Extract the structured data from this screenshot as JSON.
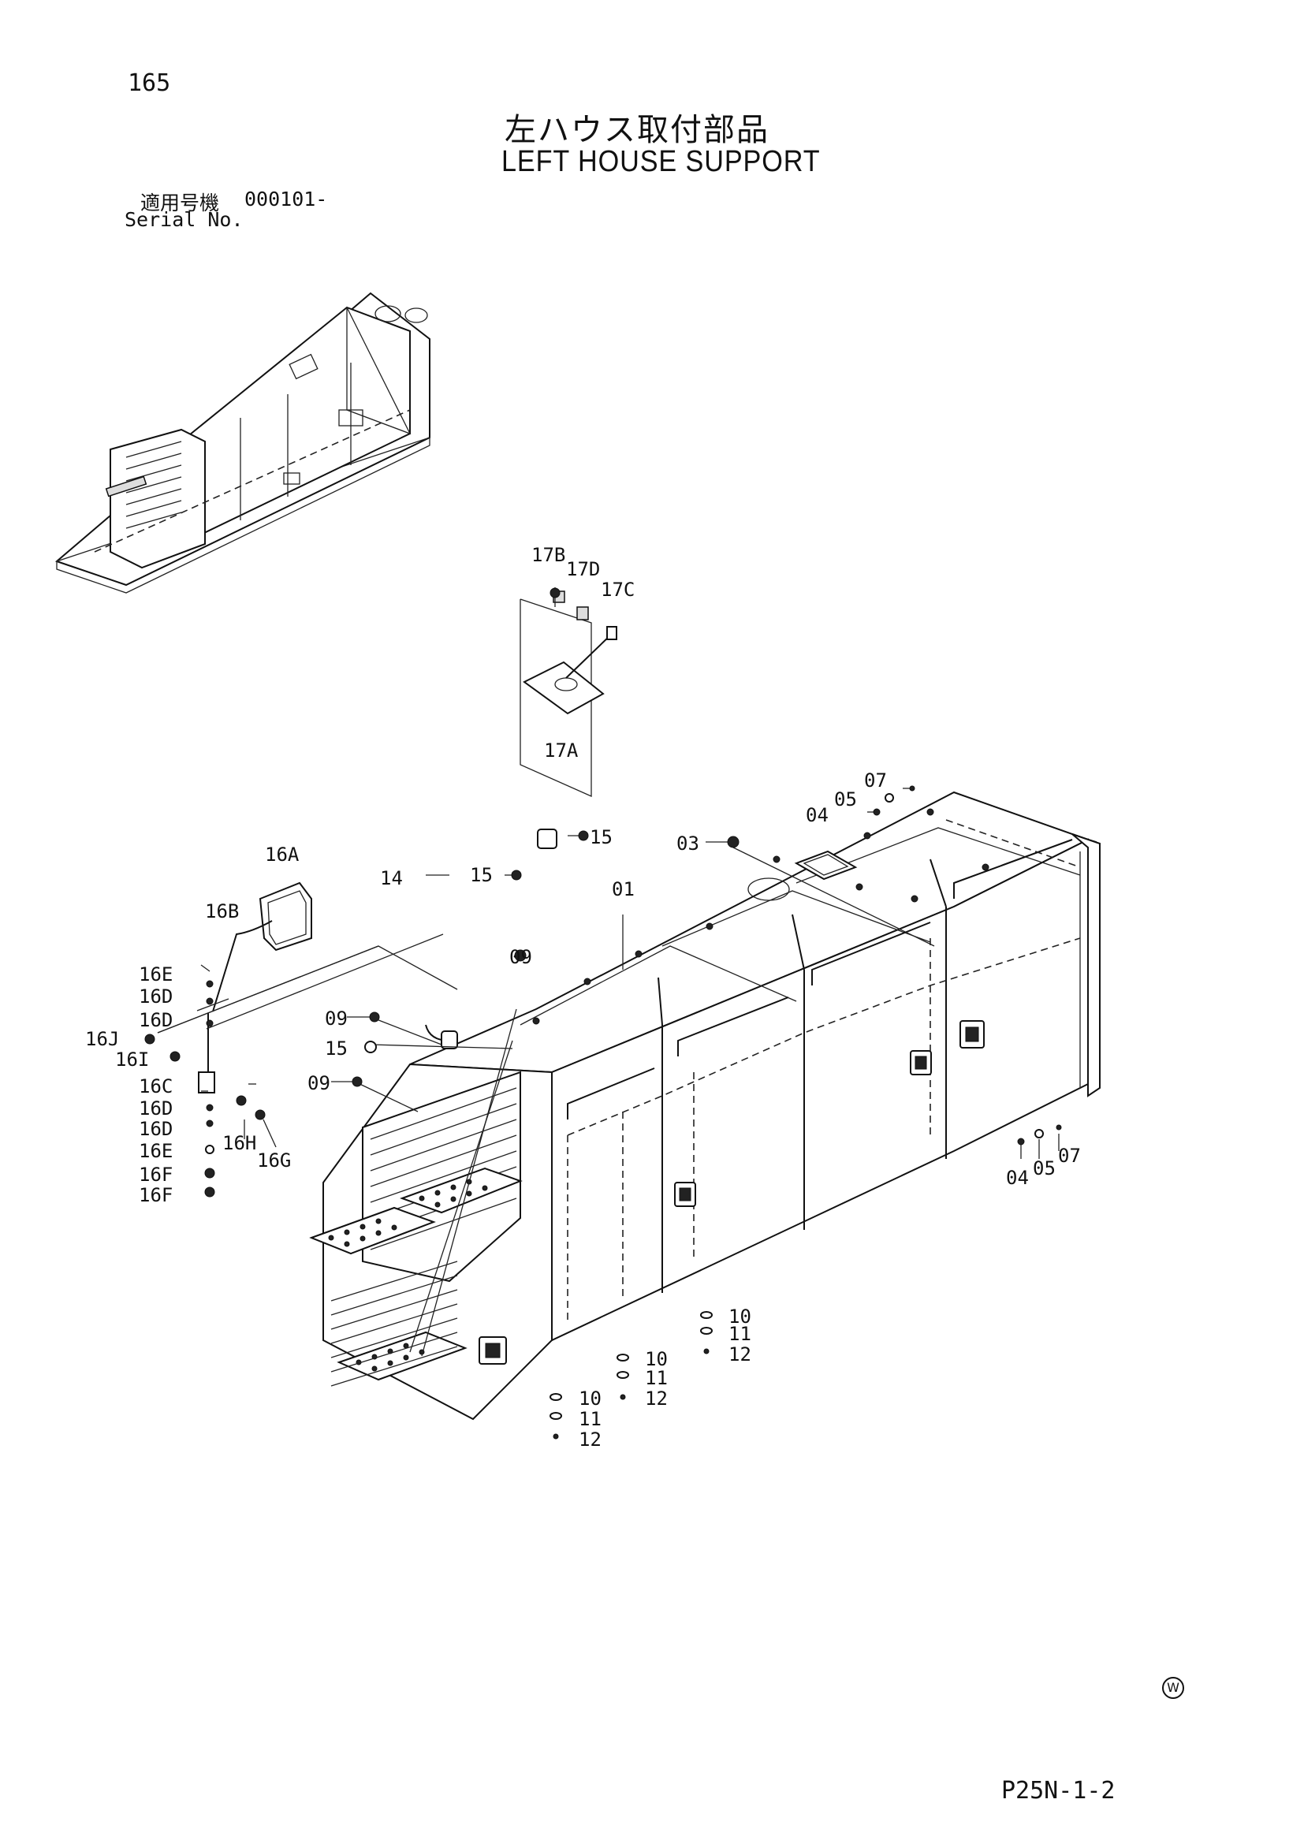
{
  "page": {
    "number": "165",
    "title_jp": "左ハウス取付部品",
    "title_en": "LEFT HOUSE SUPPORT",
    "serial_label_jp": "適用号機",
    "serial_value": "000101-",
    "serial_label_en": "Serial No.",
    "code": "P25N-1-2",
    "mark": "W"
  },
  "callouts": [
    "17B",
    "17D",
    "17C",
    "17A",
    "07",
    "05",
    "04",
    "15",
    "03",
    "16A",
    "14",
    "15",
    "01",
    "16B",
    "09",
    "16E",
    "16D",
    "16D",
    "09",
    "16J",
    "16I",
    "15",
    "16C",
    "09",
    "16D",
    "16D",
    "16H",
    "16G",
    "16E",
    "16F",
    "16F",
    "07",
    "05",
    "04",
    "10",
    "11",
    "12",
    "10",
    "11",
    "12",
    "10",
    "11",
    "12"
  ]
}
